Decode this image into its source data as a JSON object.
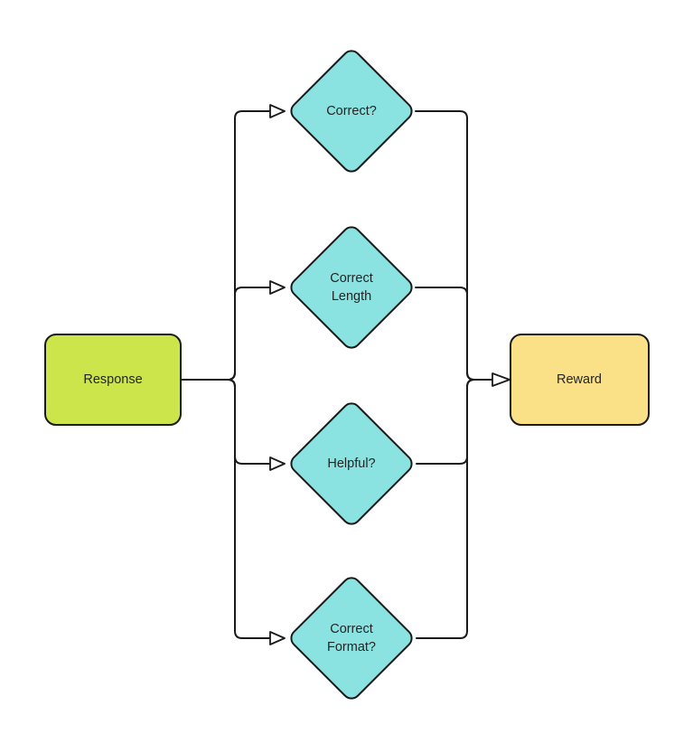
{
  "diagram": {
    "colors": {
      "background": "#ffffff",
      "stroke": "#1a1a1a",
      "text": "#242424",
      "node_green": "#cbe54a",
      "node_cyan": "#8be3e1",
      "node_yellow": "#fae187"
    },
    "nodes": {
      "response": {
        "label": "Response",
        "shape": "rounded-rectangle"
      },
      "correct": {
        "lines": [
          "Correct?"
        ],
        "shape": "diamond"
      },
      "correct_length": {
        "lines": [
          "Correct",
          "Length"
        ],
        "shape": "diamond"
      },
      "helpful": {
        "lines": [
          "Helpful?"
        ],
        "shape": "diamond"
      },
      "correct_format": {
        "lines": [
          "Correct",
          "Format?"
        ],
        "shape": "diamond"
      },
      "reward": {
        "label": "Reward",
        "shape": "rounded-rectangle"
      }
    },
    "edges": [
      {
        "from": "Response",
        "to": "Correct?"
      },
      {
        "from": "Response",
        "to": "Correct Length"
      },
      {
        "from": "Response",
        "to": "Helpful?"
      },
      {
        "from": "Response",
        "to": "Correct Format?"
      },
      {
        "from": "Correct?",
        "to": "Reward"
      },
      {
        "from": "Correct Length",
        "to": "Reward"
      },
      {
        "from": "Helpful?",
        "to": "Reward"
      },
      {
        "from": "Correct Format?",
        "to": "Reward"
      }
    ]
  }
}
